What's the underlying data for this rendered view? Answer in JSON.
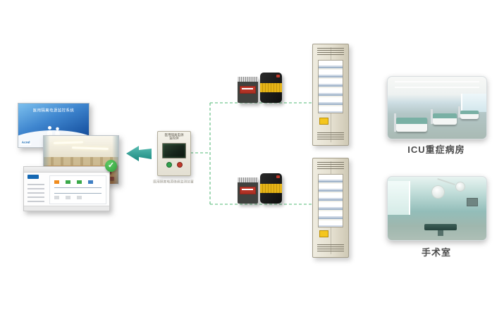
{
  "labels": {
    "icu": "ICU重症病房",
    "operating_room": "手术室"
  },
  "screens": {
    "splash_title": "医用隔离电源监控系统",
    "brand": "Acrel"
  },
  "controller": {
    "header": "医用隔离电源监控屏",
    "caption": "医用隔离电源绝缘监测装置"
  },
  "icons": {
    "check": "✓"
  },
  "colors": {
    "dashed_line": "#74c690",
    "arrow": "#2a9d94",
    "check_green": "#3aa94a",
    "label_text": "#4c4c4c"
  }
}
